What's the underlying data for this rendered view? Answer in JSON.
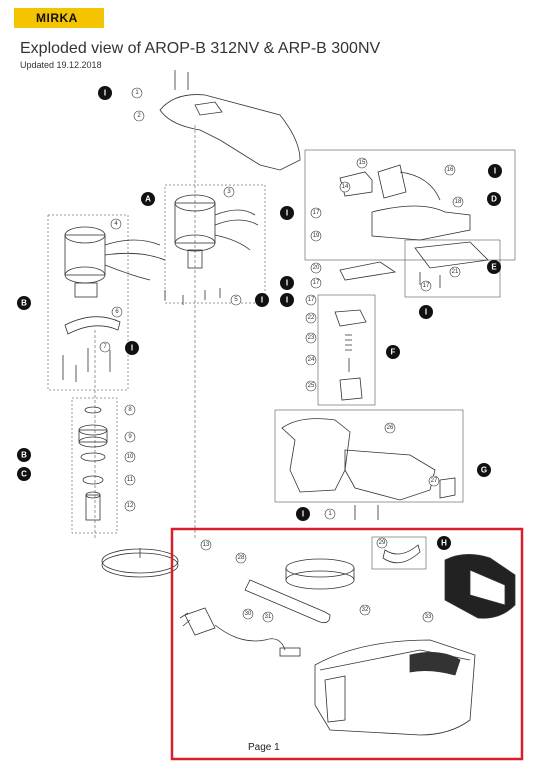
{
  "brand": {
    "logo_text": "MIRKA",
    "brand_color": "#f5c400"
  },
  "header": {
    "title": "Exploded view of AROP-B 312NV & ARP-B 300NV",
    "updated": "Updated 19.12.2018"
  },
  "footer": {
    "page": "Page 1"
  },
  "highlight": {
    "color": "#d9202a"
  },
  "group_markers": [
    "I",
    "A",
    "B",
    "C",
    "D",
    "E",
    "F",
    "G",
    "H"
  ],
  "parts": [
    {
      "id": "p1a",
      "label": "1"
    },
    {
      "id": "p2",
      "label": "2"
    },
    {
      "id": "p3",
      "label": "3"
    },
    {
      "id": "p4",
      "label": "4"
    },
    {
      "id": "p5",
      "label": "5"
    },
    {
      "id": "p6",
      "label": "6"
    },
    {
      "id": "p7",
      "label": "7"
    },
    {
      "id": "p8",
      "label": "8"
    },
    {
      "id": "p9",
      "label": "9"
    },
    {
      "id": "p10",
      "label": "10"
    },
    {
      "id": "p11",
      "label": "11"
    },
    {
      "id": "p12",
      "label": "12"
    },
    {
      "id": "p13",
      "label": "13"
    },
    {
      "id": "p14",
      "label": "14"
    },
    {
      "id": "p15",
      "label": "15"
    },
    {
      "id": "p16",
      "label": "16"
    },
    {
      "id": "p17a",
      "label": "17"
    },
    {
      "id": "p17b",
      "label": "17"
    },
    {
      "id": "p17c",
      "label": "17"
    },
    {
      "id": "p17d",
      "label": "17"
    },
    {
      "id": "p18",
      "label": "18"
    },
    {
      "id": "p19",
      "label": "19"
    },
    {
      "id": "p20",
      "label": "20"
    },
    {
      "id": "p21",
      "label": "21"
    },
    {
      "id": "p22",
      "label": "22"
    },
    {
      "id": "p23",
      "label": "23"
    },
    {
      "id": "p24",
      "label": "24"
    },
    {
      "id": "p25",
      "label": "25"
    },
    {
      "id": "p26",
      "label": "26"
    },
    {
      "id": "p27",
      "label": "27"
    },
    {
      "id": "p1b",
      "label": "1"
    },
    {
      "id": "p28",
      "label": "28"
    },
    {
      "id": "p29",
      "label": "29"
    },
    {
      "id": "p30",
      "label": "30"
    },
    {
      "id": "p31",
      "label": "31"
    },
    {
      "id": "p32",
      "label": "32"
    },
    {
      "id": "p33",
      "label": "33"
    }
  ]
}
